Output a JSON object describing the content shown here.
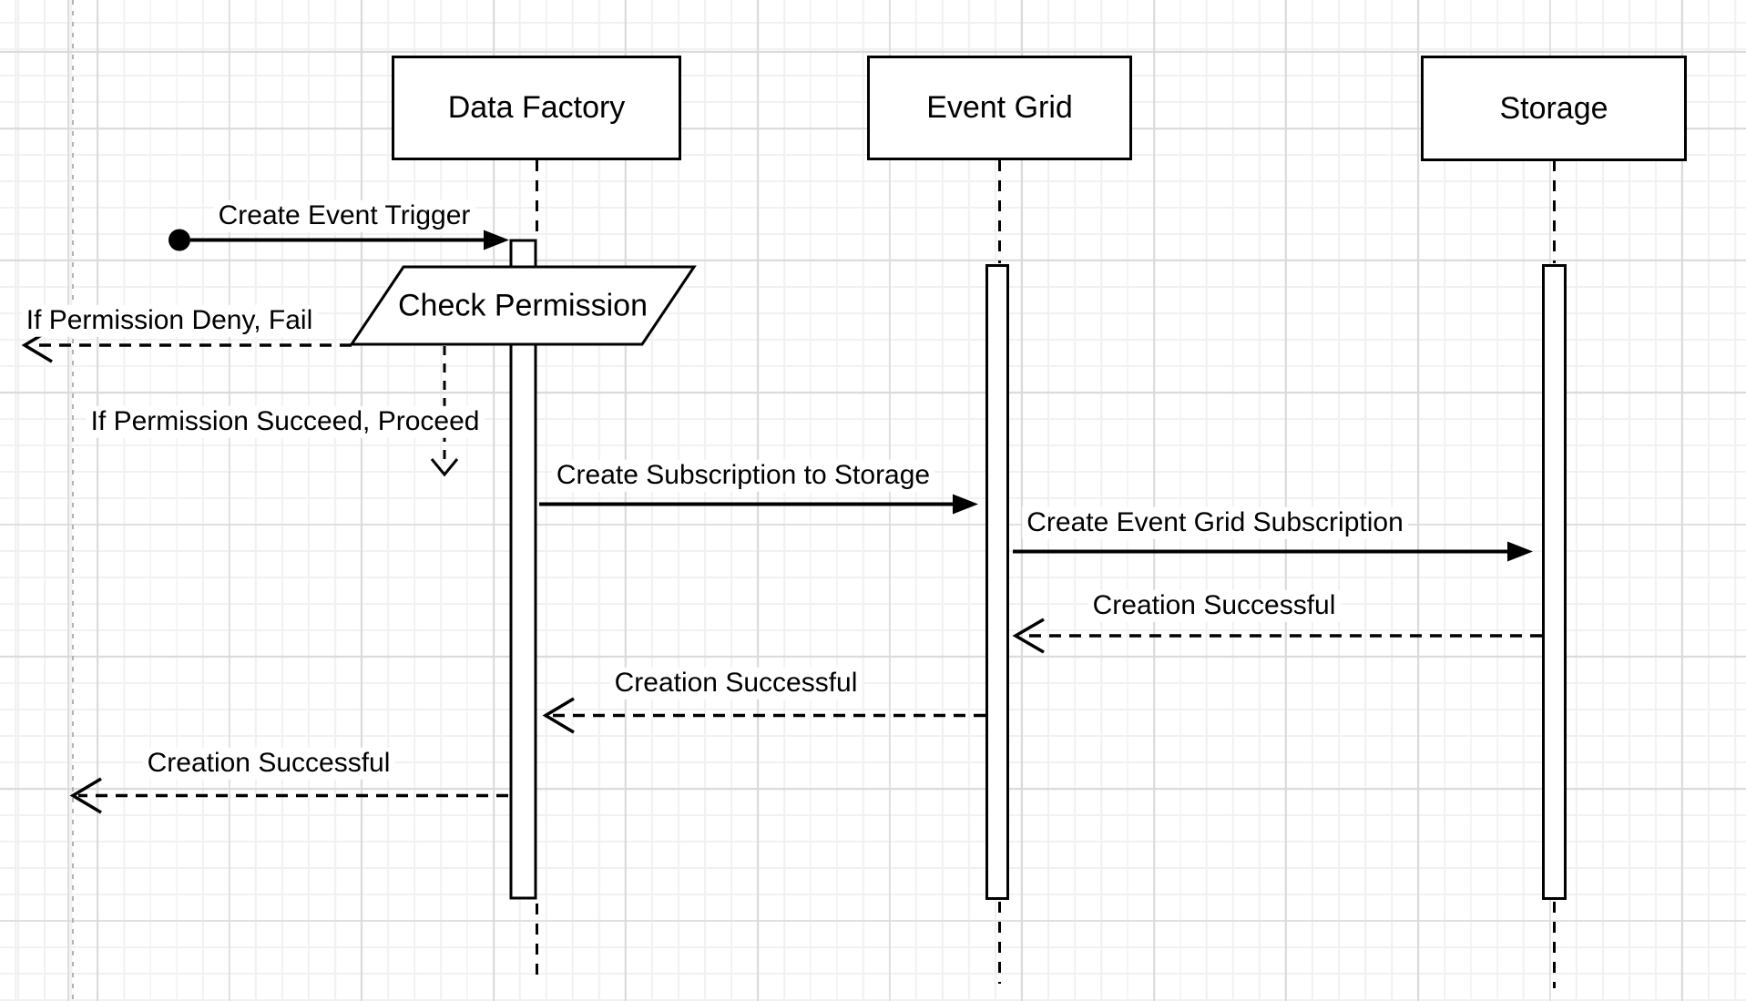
{
  "diagram": {
    "type": "sequence-diagram",
    "actors": [
      {
        "label": "Data Factory"
      },
      {
        "label": "Event Grid"
      },
      {
        "label": "Storage"
      }
    ],
    "steps": {
      "create_event_trigger": "Create Event Trigger",
      "check_permission": "Check Permission",
      "permission_deny": "If Permission Deny, Fail",
      "permission_succeed": "If Permission Succeed, Proceed",
      "create_subscription_to_storage": "Create Subscription to Storage",
      "create_event_grid_subscription": "Create Event Grid Subscription",
      "creation_successful_storage_to_eventgrid": "Creation Successful",
      "creation_successful_eventgrid_to_datafactory": "Creation Successful",
      "creation_successful_datafactory_to_caller": "Creation Successful"
    },
    "colors": {
      "stroke": "#000000",
      "shape_fill": "#ffffff",
      "background": "#ffffff",
      "grid_minor": "#f1f1f1",
      "grid_major": "#dadada",
      "guideline": "#b3b3b3"
    }
  }
}
